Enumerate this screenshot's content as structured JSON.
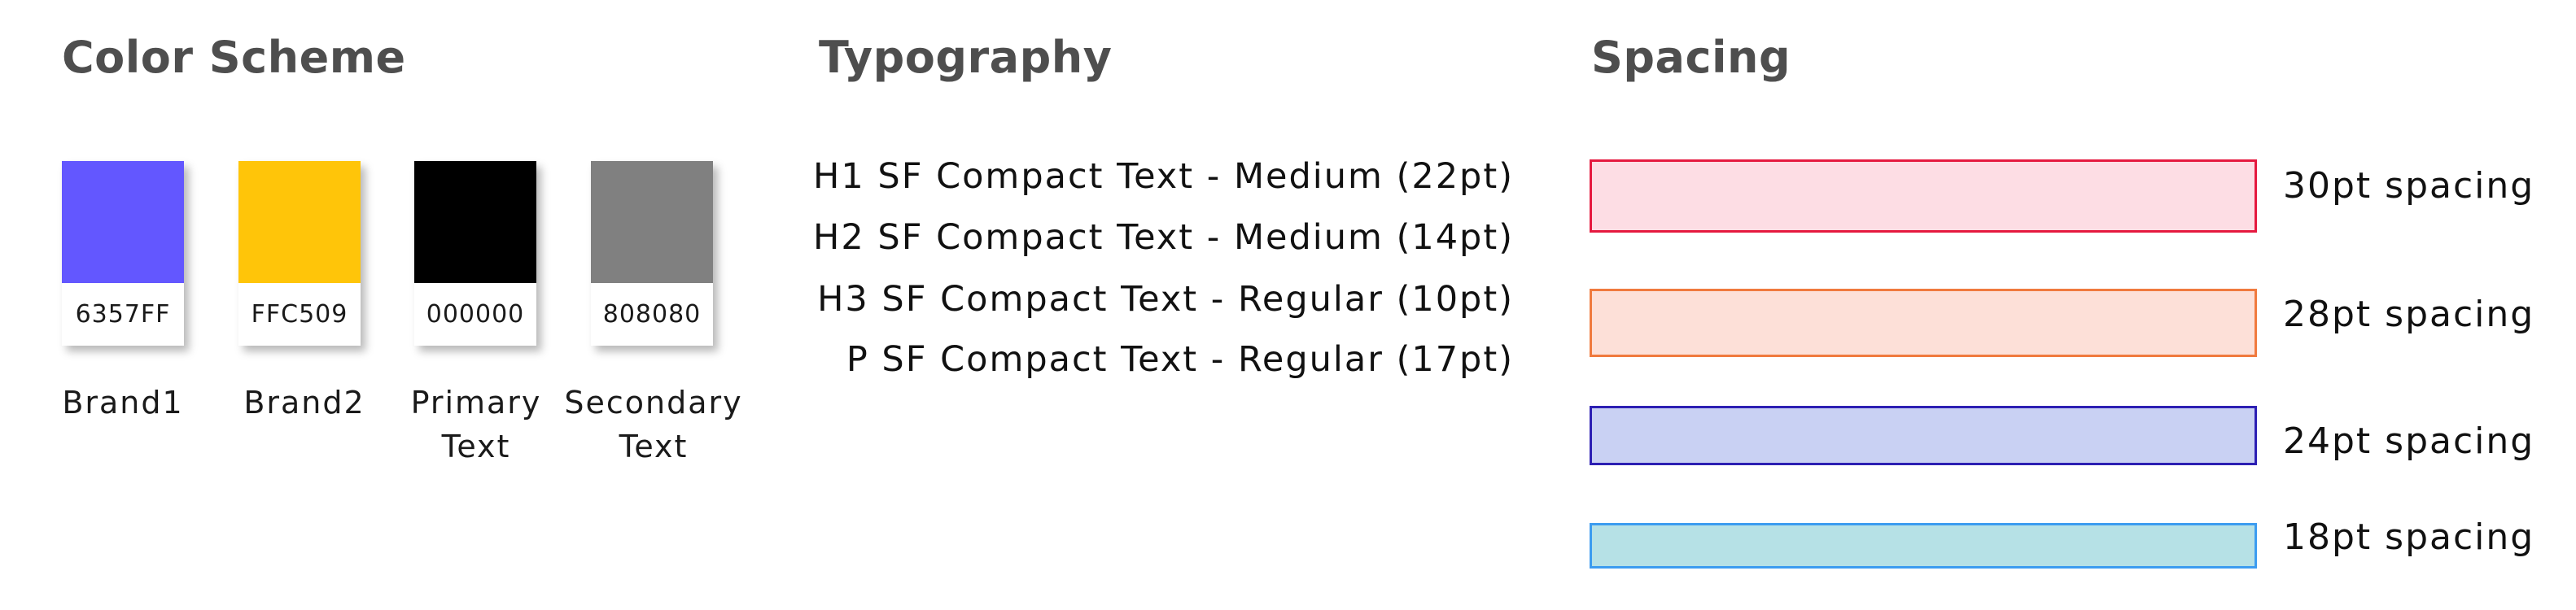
{
  "sections": {
    "color_title": "Color Scheme",
    "typography_title": "Typography",
    "spacing_title": "Spacing"
  },
  "colors": [
    {
      "hex_label": "6357FF",
      "color": "#6357FF",
      "name_line1": "Brand1",
      "name_line2": ""
    },
    {
      "hex_label": "FFC509",
      "color": "#FFC509",
      "name_line1": "Brand2",
      "name_line2": ""
    },
    {
      "hex_label": "000000",
      "color": "#000000",
      "name_line1": "Primary",
      "name_line2": "Text"
    },
    {
      "hex_label": "808080",
      "color": "#808080",
      "name_line1": "Secondary",
      "name_line2": "Text"
    }
  ],
  "typography": [
    "H1 SF Compact Text - Medium (22pt)",
    "H2 SF Compact Text - Medium (14pt)",
    "H3 SF Compact Text - Regular (10pt)",
    "P SF Compact Text - Regular (17pt)"
  ],
  "spacing": [
    {
      "label": "30pt spacing",
      "fill": "#FDDDE4",
      "border": "#E5193F"
    },
    {
      "label": "28pt spacing",
      "fill": "#FDE0D8",
      "border": "#F07A3E"
    },
    {
      "label": "24pt spacing",
      "fill": "#C9D1F3",
      "border": "#2C1FB3"
    },
    {
      "label": "18pt spacing",
      "fill": "#B6E1E6",
      "border": "#3C9CF0"
    }
  ]
}
